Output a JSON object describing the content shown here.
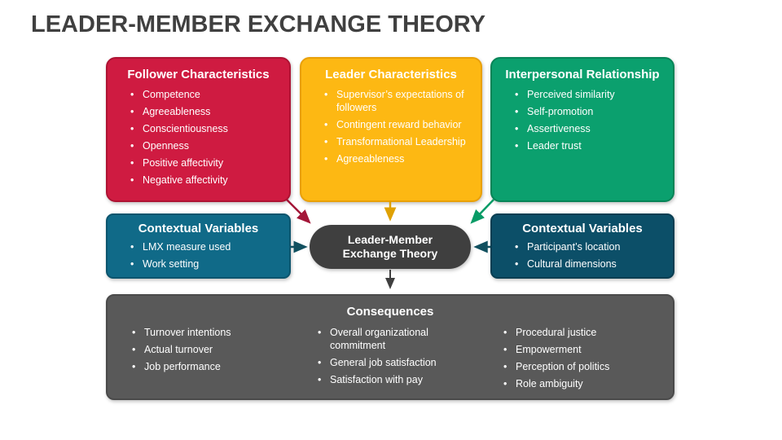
{
  "title": "LEADER-MEMBER EXCHANGE THEORY",
  "boxes": {
    "follower": {
      "heading": "Follower Characteristics",
      "items": [
        "Competence",
        "Agreeableness",
        "Conscientiousness",
        "Openness",
        "Positive affectivity",
        "Negative affectivity"
      ]
    },
    "leader": {
      "heading": "Leader Characteristics",
      "items": [
        "Supervisor’s expectations of followers",
        "Contingent reward behavior",
        "Transformational Leadership",
        "Agreeableness"
      ]
    },
    "interpersonal": {
      "heading": "Interpersonal Relationship",
      "items": [
        "Perceived similarity",
        "Self-promotion",
        "Assertiveness",
        "Leader trust"
      ]
    },
    "contextual_left": {
      "heading": "Contextual Variables",
      "items": [
        "LMX measure used",
        "Work setting"
      ]
    },
    "contextual_right": {
      "heading": "Contextual Variables",
      "items": [
        "Participant’s location",
        "Cultural dimensions"
      ]
    },
    "center": {
      "label": "Leader-Member Exchange Theory"
    },
    "consequences": {
      "heading": "Consequences",
      "columns": [
        {
          "items": [
            "Turnover intentions",
            "Actual turnover",
            "Job performance"
          ]
        },
        {
          "items": [
            "Overall organizational commitment",
            "General job satisfaction",
            "Satisfaction with pay"
          ]
        },
        {
          "items": [
            "Procedural justice",
            "Empowerment",
            "Perception of politics",
            "Role ambiguity"
          ]
        }
      ]
    }
  },
  "colors": {
    "title_gray": "#404040",
    "follower_red": "#CF1B41",
    "leader_yellow": "#FDB813",
    "interpersonal_green": "#0BA06E",
    "contextual_left_teal": "#106A88",
    "contextual_right_teal": "#0C4F68",
    "center_gray": "#3F3F3F",
    "consequences_gray": "#595959",
    "arrow_red": "#A31638",
    "arrow_yellow": "#DFA104",
    "arrow_green": "#089B66",
    "arrow_teal": "#11505F",
    "arrow_gray": "#3F3F3F"
  }
}
